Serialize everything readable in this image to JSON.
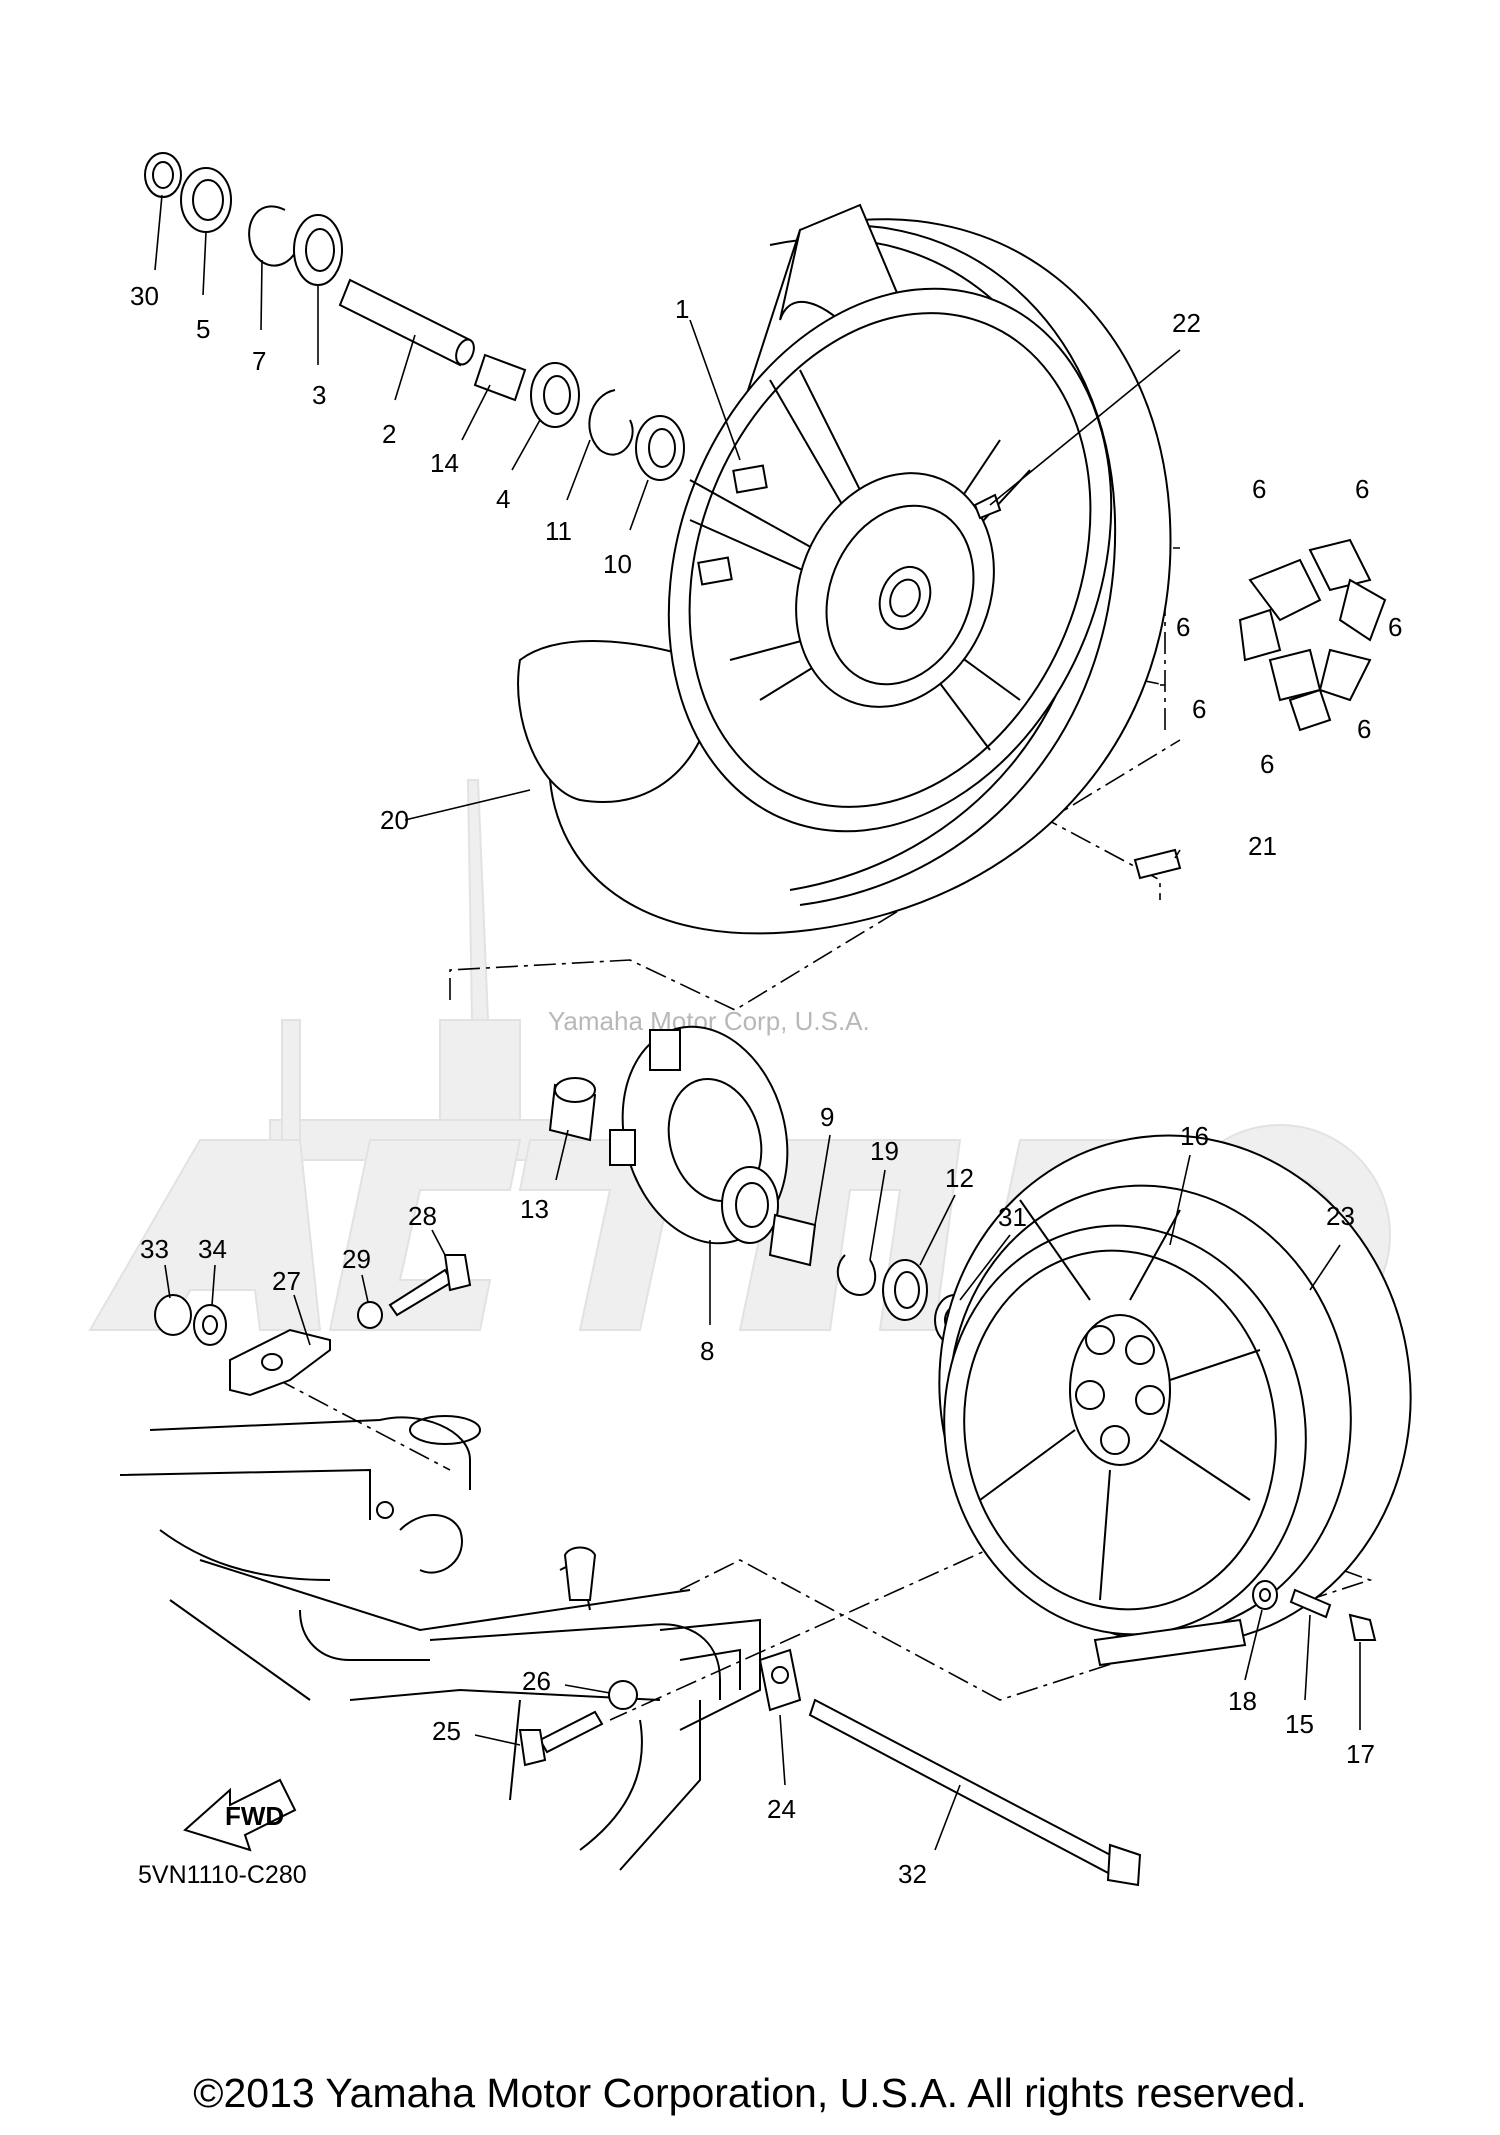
{
  "diagram": {
    "reference_code": "5VN1110-C280",
    "watermark_text": "Yamaha Motor Corp, U.S.A.",
    "fwd_label": "FWD",
    "callouts": [
      {
        "id": "c30",
        "text": "30"
      },
      {
        "id": "c5",
        "text": "5"
      },
      {
        "id": "c7",
        "text": "7"
      },
      {
        "id": "c3",
        "text": "3"
      },
      {
        "id": "c2",
        "text": "2"
      },
      {
        "id": "c14",
        "text": "14"
      },
      {
        "id": "c4",
        "text": "4"
      },
      {
        "id": "c11",
        "text": "11"
      },
      {
        "id": "c10",
        "text": "10"
      },
      {
        "id": "c1",
        "text": "1"
      },
      {
        "id": "c22",
        "text": "22"
      },
      {
        "id": "c6a",
        "text": "6"
      },
      {
        "id": "c6b",
        "text": "6"
      },
      {
        "id": "c6c",
        "text": "6"
      },
      {
        "id": "c6d",
        "text": "6"
      },
      {
        "id": "c6e",
        "text": "6"
      },
      {
        "id": "c6f",
        "text": "6"
      },
      {
        "id": "c6g",
        "text": "6"
      },
      {
        "id": "c20",
        "text": "20"
      },
      {
        "id": "c21",
        "text": "21"
      },
      {
        "id": "c13",
        "text": "13"
      },
      {
        "id": "c8",
        "text": "8"
      },
      {
        "id": "c9",
        "text": "9"
      },
      {
        "id": "c19",
        "text": "19"
      },
      {
        "id": "c12",
        "text": "12"
      },
      {
        "id": "c31",
        "text": "31"
      },
      {
        "id": "c16",
        "text": "16"
      },
      {
        "id": "c23",
        "text": "23"
      },
      {
        "id": "c33",
        "text": "33"
      },
      {
        "id": "c34",
        "text": "34"
      },
      {
        "id": "c27",
        "text": "27"
      },
      {
        "id": "c29",
        "text": "29"
      },
      {
        "id": "c28",
        "text": "28"
      },
      {
        "id": "c26",
        "text": "26"
      },
      {
        "id": "c25",
        "text": "25"
      },
      {
        "id": "c24",
        "text": "24"
      },
      {
        "id": "c32",
        "text": "32"
      },
      {
        "id": "c18",
        "text": "18"
      },
      {
        "id": "c15",
        "text": "15"
      },
      {
        "id": "c17",
        "text": "17"
      }
    ]
  },
  "footer": {
    "copyright": "©2013 Yamaha Motor Corporation, U.S.A. All rights reserved."
  }
}
